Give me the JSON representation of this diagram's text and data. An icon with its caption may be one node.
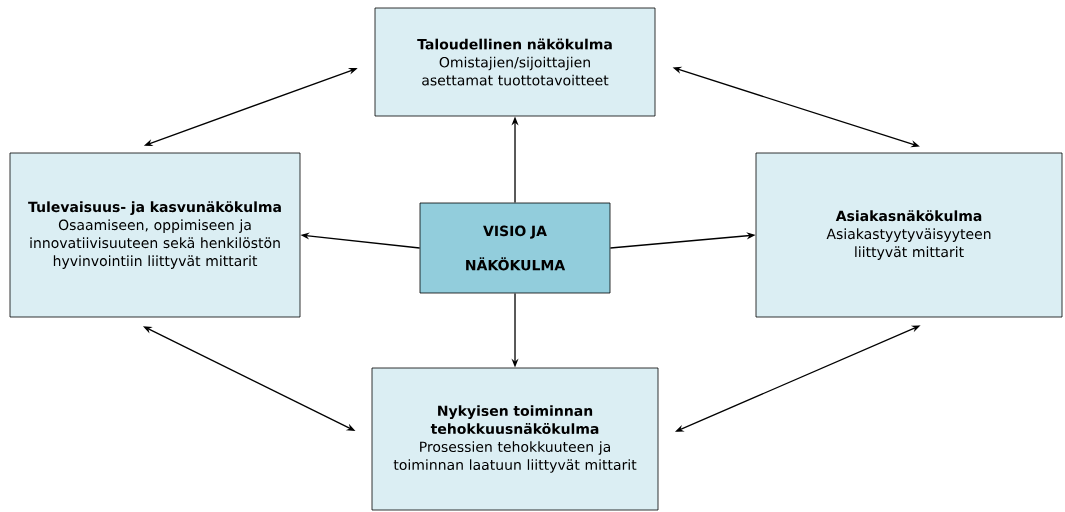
{
  "diagram": {
    "nodes": [
      {
        "text": [
          "Taloudellinen näkökulma",
          "Omistajien/sijoittajien asettamat tuottotavoitteet"
        ]
      },
      {
        "text": [
          "Tulevaisuus- ja kasvunäkökulma",
          "Osaamiseen, oppimiseen ja innovatiivisuuteen sekä henkilöstön hyvinvointiin liittyvät mittarit"
        ]
      },
      {
        "text": [
          "VISIO JA NÄKÖKULMA"
        ]
      },
      {
        "text": [
          "Asiakasnäkökulma",
          "Asiakastyytyväisyyteen liittyvät mittarit"
        ]
      },
      {
        "text": [
          "Nykyisen toiminnan tehokkuusnäkökulma",
          "Prosessien tehokkuuteen ja toiminnan laatuun liittyvät mittarit"
        ]
      }
    ],
    "edges": [
      {
        "from": 2,
        "to": 0,
        "arrow": "to"
      },
      {
        "from": 2,
        "to": 1,
        "arrow": "to"
      },
      {
        "from": 2,
        "to": 3,
        "arrow": "to"
      },
      {
        "from": 2,
        "to": 4,
        "arrow": "to"
      },
      {
        "from": 1,
        "to": 0,
        "arrow": "both"
      },
      {
        "from": 0,
        "to": 3,
        "arrow": "both"
      },
      {
        "from": 1,
        "to": 4,
        "arrow": "both"
      },
      {
        "from": 4,
        "to": 3,
        "arrow": "both"
      }
    ]
  }
}
